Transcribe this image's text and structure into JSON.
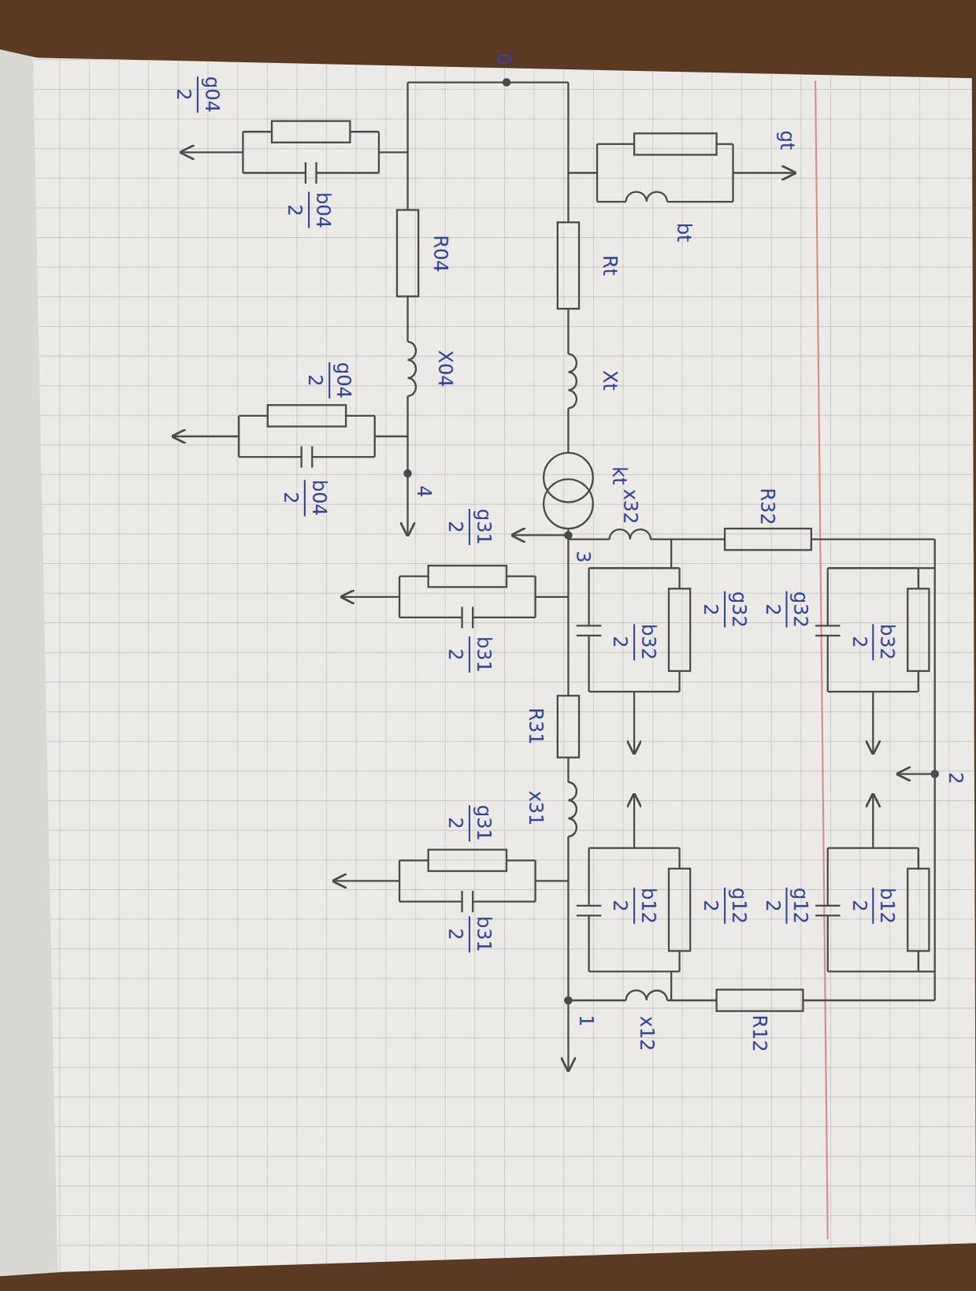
{
  "diagram": {
    "labels": [
      "gt",
      "bt",
      "0",
      "Rt",
      "Xt",
      "kt",
      "3",
      "x32",
      "R32",
      "g32",
      "2",
      "b32",
      "2",
      "g32",
      "2",
      "b32",
      "2",
      "2",
      "g12",
      "2",
      "b12",
      "2",
      "g12",
      "2",
      "b12",
      "2",
      "R31",
      "x31",
      "g31",
      "2",
      "b31",
      "2",
      "g31",
      "2",
      "b31",
      "2",
      "1",
      "x12",
      "R12",
      "R04",
      "X04",
      "g04",
      "2",
      "b04",
      "2",
      "g04",
      "2",
      "b04",
      "2",
      "4"
    ]
  }
}
